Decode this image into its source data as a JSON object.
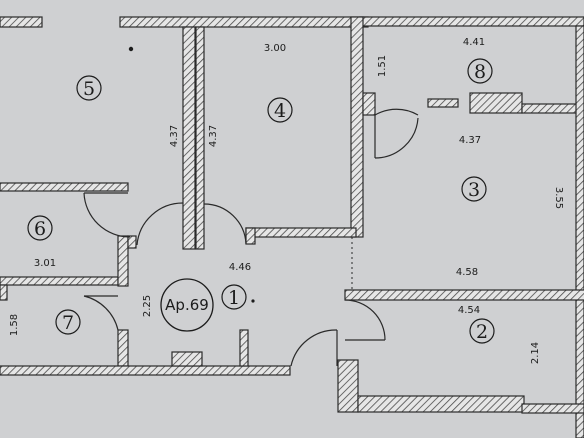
{
  "apartment": {
    "label": "Ap.69"
  },
  "rooms": [
    {
      "id": "1",
      "number": "1"
    },
    {
      "id": "2",
      "number": "2"
    },
    {
      "id": "3",
      "number": "3"
    },
    {
      "id": "4",
      "number": "4"
    },
    {
      "id": "5",
      "number": "5"
    },
    {
      "id": "6",
      "number": "6"
    },
    {
      "id": "7",
      "number": "7"
    },
    {
      "id": "8",
      "number": "8"
    }
  ],
  "dimensions": {
    "room4_width": "3.00",
    "room8_width": "4.41",
    "room8_depth": "1.51",
    "room5_depth": "4.37",
    "room4_depth": "4.37",
    "room3_top_width": "4.37",
    "room3_depth": "3.55",
    "room3_bottom_width": "4.58",
    "room1_width": "4.46",
    "room1_depth": "2.25",
    "room6_width": "3.01",
    "room7_depth": "1.58",
    "room2_width": "4.54",
    "room2_depth": "2.14"
  },
  "colors": {
    "paper": "#cfd0d2",
    "wall": "#2a2a2a",
    "hatch": "#555555"
  }
}
